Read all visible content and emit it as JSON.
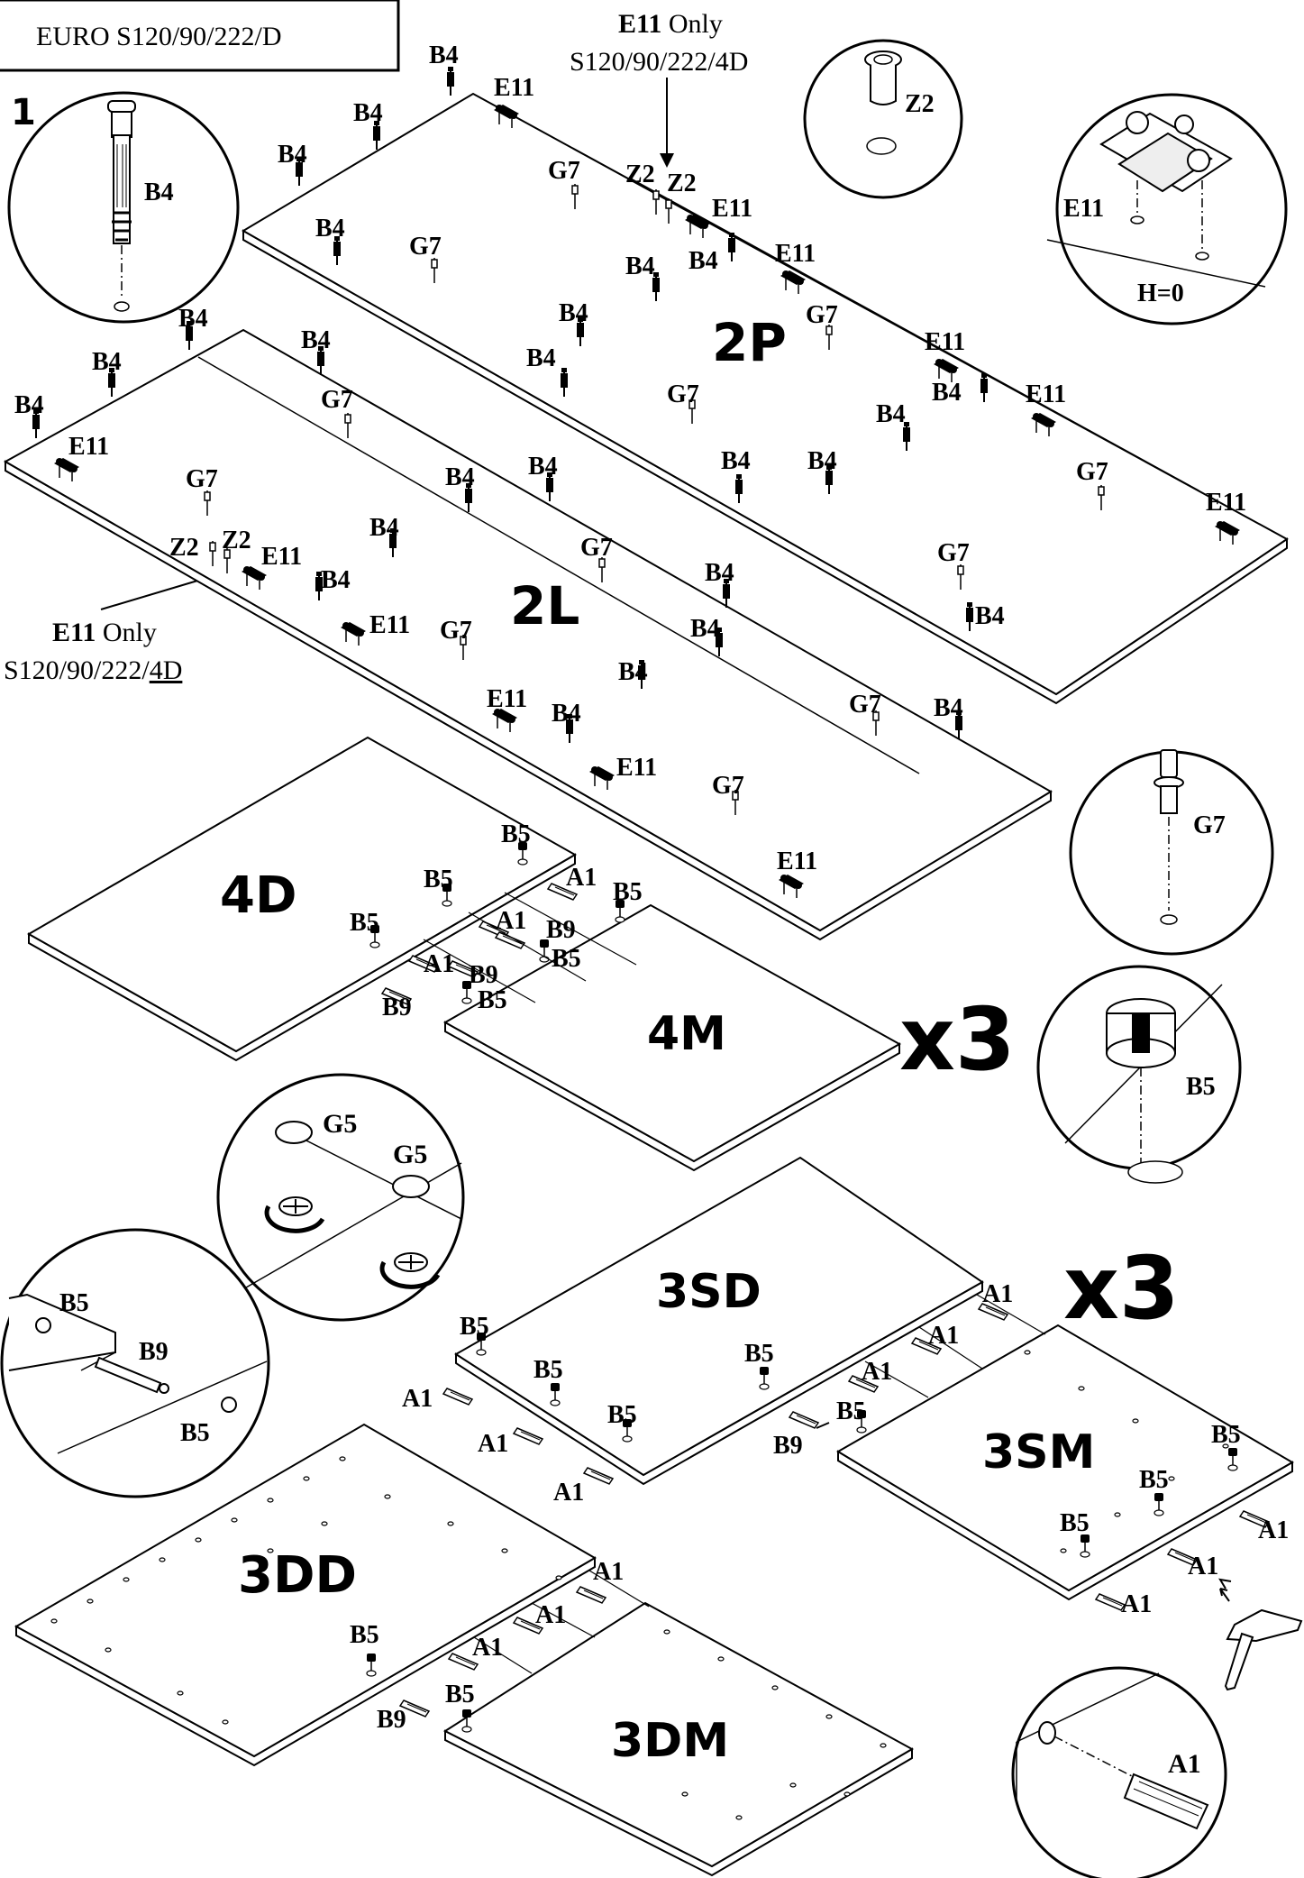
{
  "header": {
    "model": "EURO  S120/90/222/D"
  },
  "step": {
    "number": "1"
  },
  "notes": {
    "top": {
      "part": "E11",
      "rest": " Only",
      "model": "S120/90/222/4D"
    },
    "left": {
      "part": "E11",
      "rest": " Only",
      "model": "S120/90/222/",
      "model_underlined": "4D"
    }
  },
  "multipliers": {
    "upper": "x3",
    "lower": "x3"
  },
  "panels": {
    "p2P": "2P",
    "p2L": "2L",
    "p4D": "4D",
    "p4M": "4M",
    "p3SD": "3SD",
    "p3SM": "3SM",
    "p3DD": "3DD",
    "p3DM": "3DM"
  },
  "details": {
    "b4": "B4",
    "z2": "Z2",
    "e11": "E11",
    "h0": "H=0",
    "g7": "G7",
    "b5": "B5",
    "g5a": "G5",
    "g5b": "G5",
    "cam_b5a": "B5",
    "cam_b9": "B9",
    "cam_b5b": "B5",
    "a1": "A1"
  },
  "parts": {
    "B4": "B4",
    "B5": "B5",
    "B9": "B9",
    "A1": "A1",
    "E11": "E11",
    "G7": "G7",
    "Z2": "Z2"
  }
}
